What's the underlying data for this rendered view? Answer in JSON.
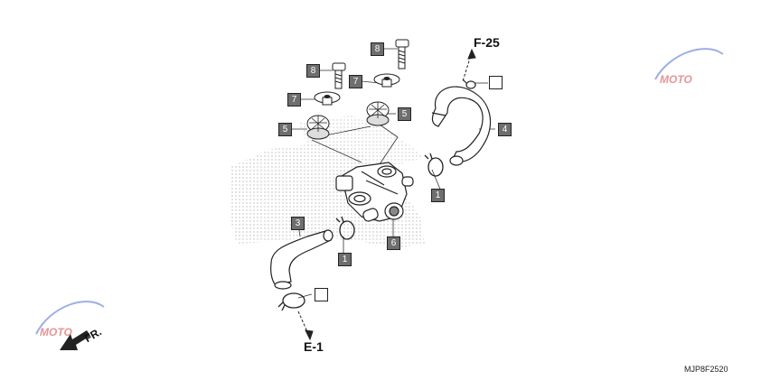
{
  "diagram": {
    "refs": {
      "top": "F-25",
      "bottom": "E-1"
    },
    "direction_label": "FR.",
    "drawing_code": "MJP8F2520",
    "callouts": {
      "c8a": "8",
      "c8b": "8",
      "c7a": "7",
      "c7b": "7",
      "c5a": "5",
      "c5b": "5",
      "c4": "4",
      "c1a": "1",
      "c1b": "1",
      "c3": "3",
      "c6": "6",
      "blank_a": "",
      "blank_b": ""
    }
  },
  "colors": {
    "line": "#222222",
    "callout_fill": "#6e6e6e",
    "dots": "#bdbdbd"
  }
}
